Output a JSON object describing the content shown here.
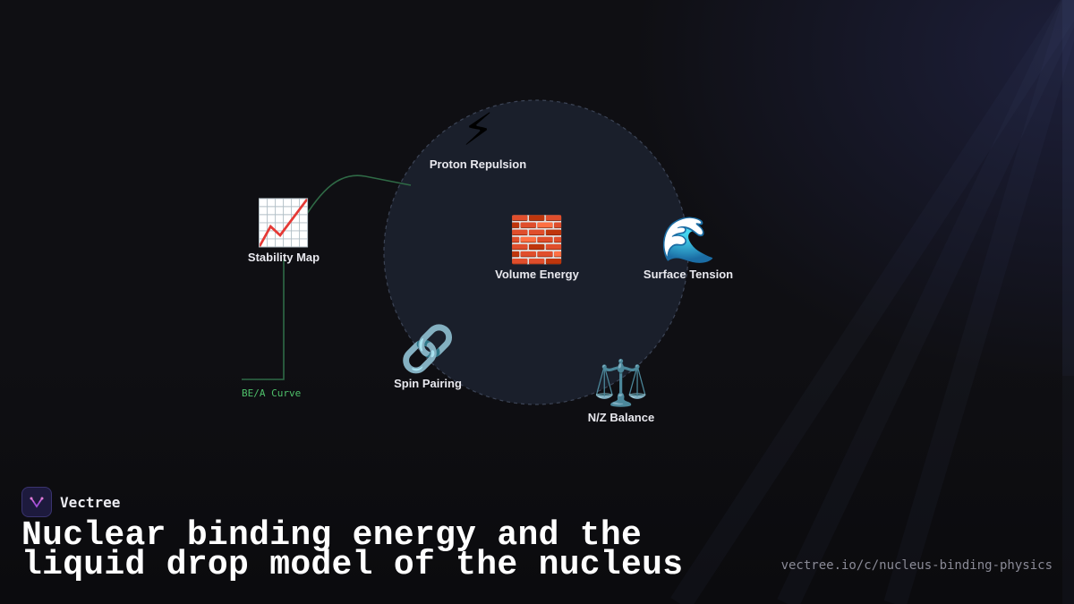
{
  "diagram": {
    "nodes": [
      {
        "id": "proton",
        "emoji": "⚡",
        "label": "Proton Repulsion",
        "icon": "lightning-icon"
      },
      {
        "id": "stability",
        "emoji": "📈",
        "label": "Stability Map",
        "icon": "chart-increasing-icon"
      },
      {
        "id": "volume",
        "emoji": "🧱",
        "label": "Volume Energy",
        "icon": "brick-icon"
      },
      {
        "id": "surface",
        "emoji": "🌊",
        "label": "Surface Tension",
        "icon": "wave-icon"
      },
      {
        "id": "spin",
        "emoji": "🔗",
        "label": "Spin Pairing",
        "icon": "link-icon"
      },
      {
        "id": "nz",
        "emoji": "⚖️",
        "label": "N/Z Balance",
        "icon": "scales-icon"
      }
    ],
    "curve_label": "BE/A Curve",
    "colors": {
      "curve": "#2f6a46",
      "circle_fill": "#1a1f2b",
      "circle_stroke": "#3c4456",
      "curve_label": "#4ec06a"
    }
  },
  "brand": {
    "name": "Vectree"
  },
  "title": "Nuclear binding energy and the liquid drop model of the nucleus",
  "url": "vectree.io/c/nucleus-binding-physics"
}
